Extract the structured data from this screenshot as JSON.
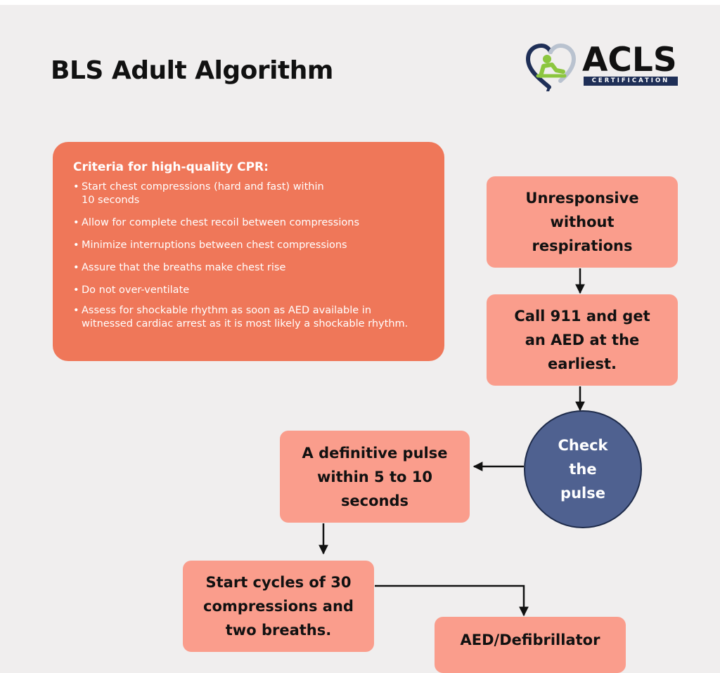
{
  "title": "BLS Adult Algorithm",
  "logo": {
    "word": "ACLS",
    "sub": "CERTIFICATION"
  },
  "criteria": {
    "title": "Criteria for high-quality CPR:",
    "items": [
      "Start chest compressions (hard and fast) within 10 seconds",
      "Allow for complete chest recoil between compressions",
      "Minimize interruptions between chest compressions",
      "Assure that the breaths make chest rise",
      "Do not over-ventilate",
      "Assess for shockable rhythm as soon as AED available in witnessed cardiac arrest as it is most likely a shockable rhythm."
    ]
  },
  "flow": {
    "unresponsive": "Unresponsive without respirations",
    "call911": "Call 911 and get an AED at the earliest.",
    "check_pulse": "Check the pulse",
    "definitive_pulse": "A definitive pulse within 5 to 10 seconds",
    "start_cycles": "Start cycles of 30 compressions and two breaths.",
    "aed": "AED/Defibrillator"
  },
  "colors": {
    "criteria_bg": "#ef7759",
    "box_bg": "#fa9d8c",
    "circle_bg": "#4f6190",
    "logo_dark": "#1f2f57"
  }
}
